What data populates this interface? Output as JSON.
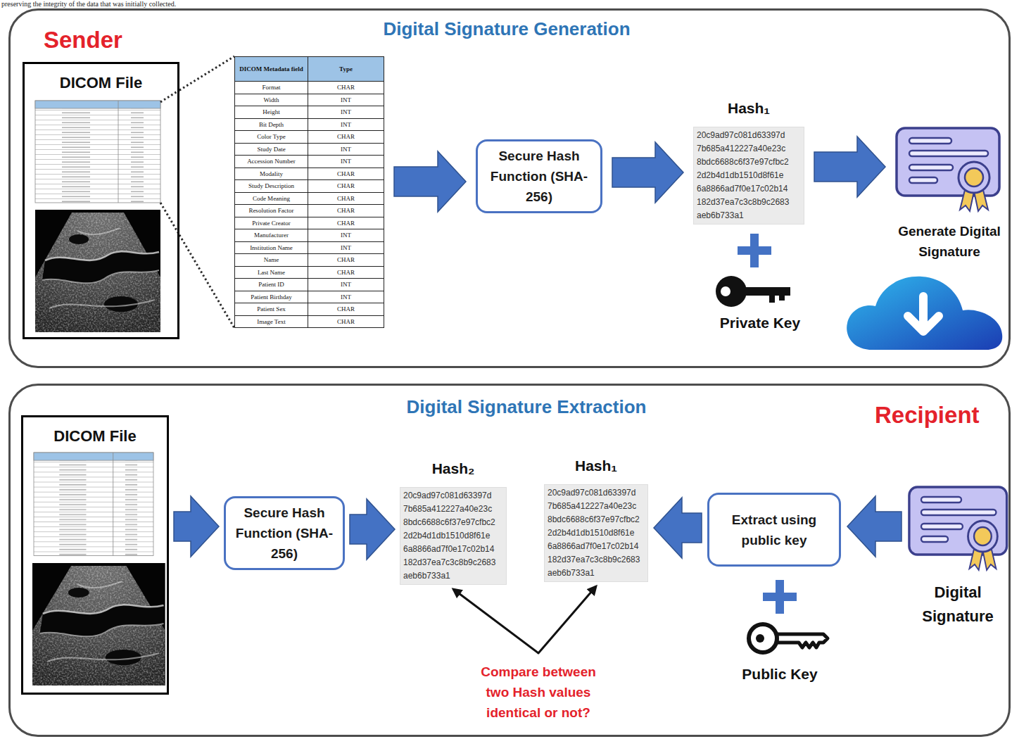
{
  "diagram": {
    "nodes": [
      {
        "text": [
          "Sender",
          "Digital Signature Generation"
        ]
      },
      {
        "text": [
          "DICOM File"
        ],
        "in": 0
      },
      {
        "text": [
          "DICOM Metadata field",
          "Type",
          "Format",
          "CHAR",
          "Width",
          "INT",
          "Height",
          "INT",
          "Bit Depth",
          "INT",
          "Color Type",
          "CHAR",
          "Study Date",
          "INT",
          "Accession Number",
          "INT",
          "Modality",
          "CHAR",
          "Study Description",
          "CHAR",
          "Code Meaning",
          "CHAR",
          "Resolution Factor",
          "CHAR",
          "Private Creator",
          "CHAR",
          "Manufacturer",
          "INT",
          "Institution Name",
          "INT",
          "Name",
          "CHAR",
          "Last Name",
          "CHAR",
          "Patient ID",
          "INT",
          "Patient Birthday",
          "INT",
          "Patient Sex",
          "CHAR",
          "Image Text",
          "CHAR"
        ],
        "in": 0
      },
      {
        "text": [
          "Secure Hash Function (SHA-256)"
        ],
        "in": 0
      },
      {
        "text": [
          "Hash₁",
          "20c9ad97c081d63397d 7b685a412227a40e23c 8bdc6688c6f37e97cfbc2 2d2b4d1db1510d8f61e 6a8866ad7f0e17c02b14 182d37ea7c3c8b9c2683 aeb6b733a1"
        ],
        "in": 0
      },
      {
        "text": [
          "Generate Digital Signature"
        ],
        "in": 0
      },
      {
        "text": [
          "Digital Signature Extraction",
          "Recipient"
        ]
      },
      {
        "text": [
          "DICOM File"
        ],
        "in": 6
      },
      {
        "text": [
          "Secure Hash Function (SHA-256)"
        ],
        "in": 6
      },
      {
        "text": [
          "Hash₂",
          "20c9ad97c081d63397d 7b685a412227a40e23c 8bdc6688c6f37e97cfbc2 2d2b4d1db1510d8f61e 6a8866ad7f0e17c02b14 182d37ea7c3c8b9c2683 aeb6b733a1"
        ],
        "in": 6
      },
      {
        "text": [
          "Hash₁",
          "20c9ad97c081d63397d 7b685a412227a40e23c 8bdc6688c6f37e97cfbc2 2d2b4d1db1510d8f61e 6a8866ad7f0e17c02b14 182d37ea7c3c8b9c2683 aeb6b733a1"
        ],
        "in": 6
      },
      {
        "text": [
          "Extract using public key"
        ],
        "in": 6
      },
      {
        "text": [
          "Digital Signature"
        ],
        "in": 6
      }
    ],
    "edges": [
      {
        "from": 1,
        "to": 2,
        "arrow": "none"
      },
      {
        "from": 1,
        "to": 2,
        "arrow": "none"
      },
      {
        "from": 2,
        "to": 3,
        "arrow": "to"
      },
      {
        "from": 3,
        "to": 4,
        "arrow": "to"
      },
      {
        "from": 4,
        "to": 5,
        "arrow": "to"
      },
      {
        "from": 7,
        "to": 8,
        "arrow": "to"
      },
      {
        "from": 8,
        "to": 9,
        "arrow": "to"
      },
      {
        "from": 11,
        "to": 10,
        "arrow": "to"
      },
      {
        "from": 12,
        "to": 11,
        "arrow": "to"
      },
      {
        "from": 9,
        "to": 10,
        "arrow": "both",
        "label": "Compare between two Hash values identical or not?"
      }
    ],
    "labels": [
      "preserving the integrity of the data that was initially collected.",
      "Private Key",
      "Public Key"
    ]
  }
}
